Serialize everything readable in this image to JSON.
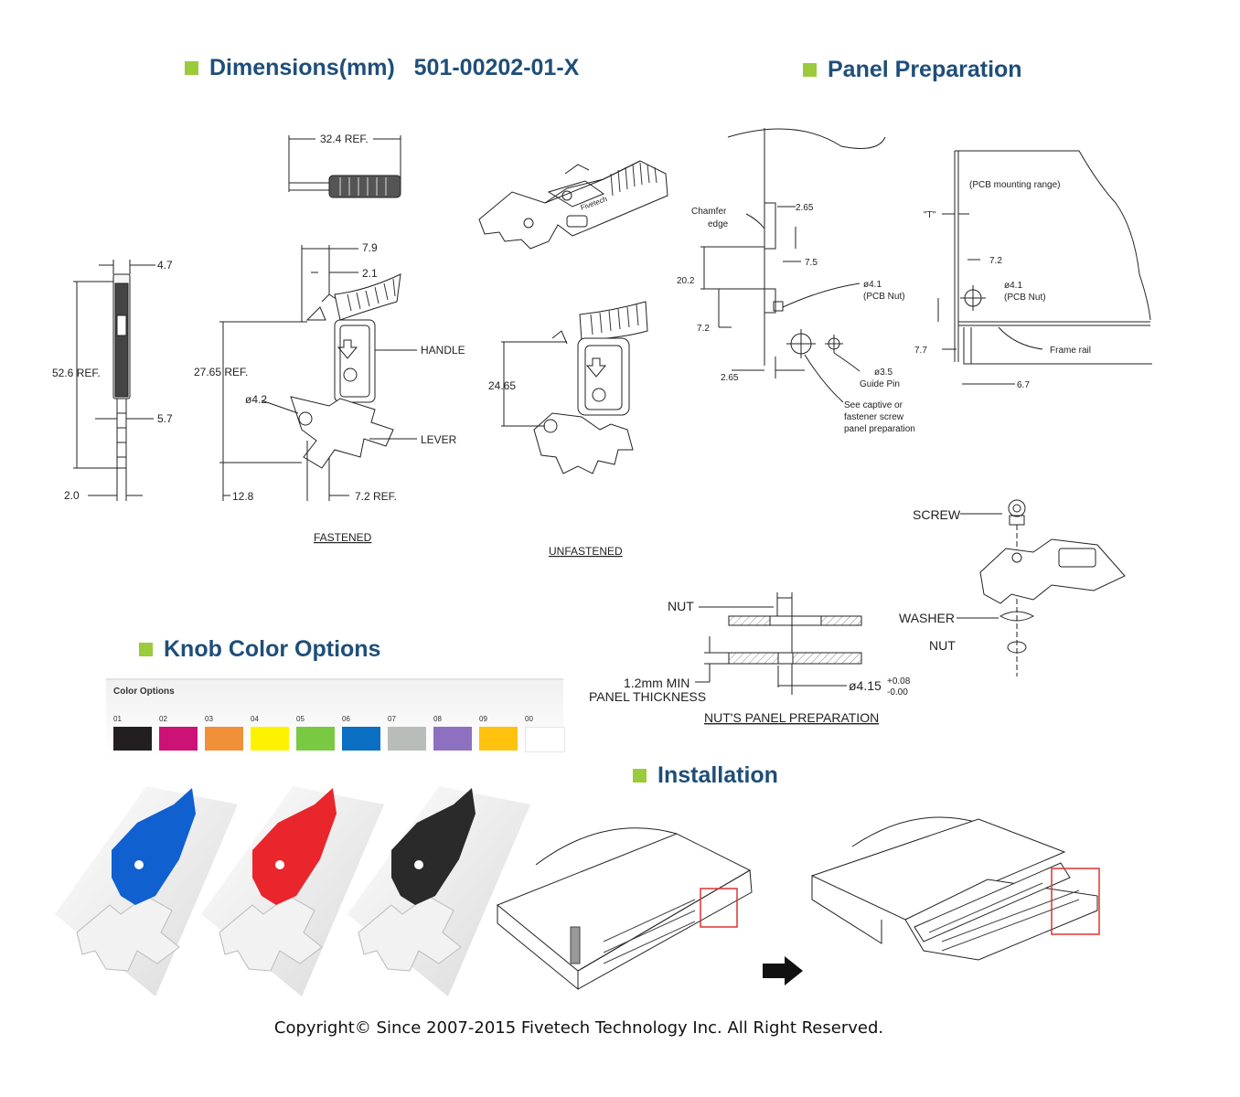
{
  "headings": {
    "dimensions": "Dimensions(mm)   501-00202-01-X",
    "panel_preparation": "Panel Preparation",
    "knob_color_options": "Knob Color Options",
    "installation": "Installation"
  },
  "dimensions_drawing": {
    "top_view_label": "32.4 REF.",
    "side_labels": [
      "4.7",
      "52.6 REF.",
      "5.7",
      "2.0"
    ],
    "fastened_labels": [
      "7.9",
      "2.1",
      "27.65 REF.",
      "ø4.2",
      "12.8",
      "7.2 REF.",
      "HANDLE",
      "LEVER"
    ],
    "fastened_caption": "FASTENED",
    "unfastened_dim": "24.65",
    "unfastened_caption": "UNFASTENED",
    "brand_mark": "Fivetech"
  },
  "panel_drawing": {
    "labels_left": [
      "Chamfer",
      "edge",
      "2.65",
      "7.5",
      "20.2",
      "ø4.1",
      "(PCB Nut)",
      "7.2",
      "2.65",
      "ø3.5",
      "Guide Pin",
      "See captive or",
      "fastener screw",
      "panel preparation"
    ],
    "labels_right": [
      "(PCB mounting range)",
      "\"T\"",
      "7.2",
      "ø4.1",
      "(PCB Nut)",
      "7.7",
      "Frame rail",
      "6.7"
    ]
  },
  "nut_drawing": {
    "nut_label": "NUT",
    "min_thickness": "1.2mm MIN",
    "panel_thickness": "PANEL THICKNESS",
    "hole_dia": "ø4.15",
    "tol_plus": "+0.08",
    "tol_minus": "-0.00",
    "caption": "NUT'S PANEL PREPARATION",
    "exploded_labels": [
      "SCREW",
      "WASHER",
      "NUT"
    ]
  },
  "color_options": {
    "title": "Color Options",
    "swatches": [
      {
        "code": "01",
        "color": "#231f20"
      },
      {
        "code": "02",
        "color": "#cc1177"
      },
      {
        "code": "03",
        "color": "#f0913a"
      },
      {
        "code": "04",
        "color": "#fff200"
      },
      {
        "code": "05",
        "color": "#7ac943"
      },
      {
        "code": "06",
        "color": "#0a6fc2"
      },
      {
        "code": "07",
        "color": "#b8bdb9"
      },
      {
        "code": "08",
        "color": "#8e70c0"
      },
      {
        "code": "09",
        "color": "#ffc20e"
      },
      {
        "code": "00",
        "color": "#ffffff"
      }
    ]
  },
  "knob_renders": [
    {
      "name": "blue",
      "color": "#1060d0"
    },
    {
      "name": "red",
      "color": "#e8262b"
    },
    {
      "name": "black",
      "color": "#2a2a2a"
    }
  ],
  "copyright": "Copyright© Since 2007-2015 Fivetech Technology Inc. All Right Reserved."
}
